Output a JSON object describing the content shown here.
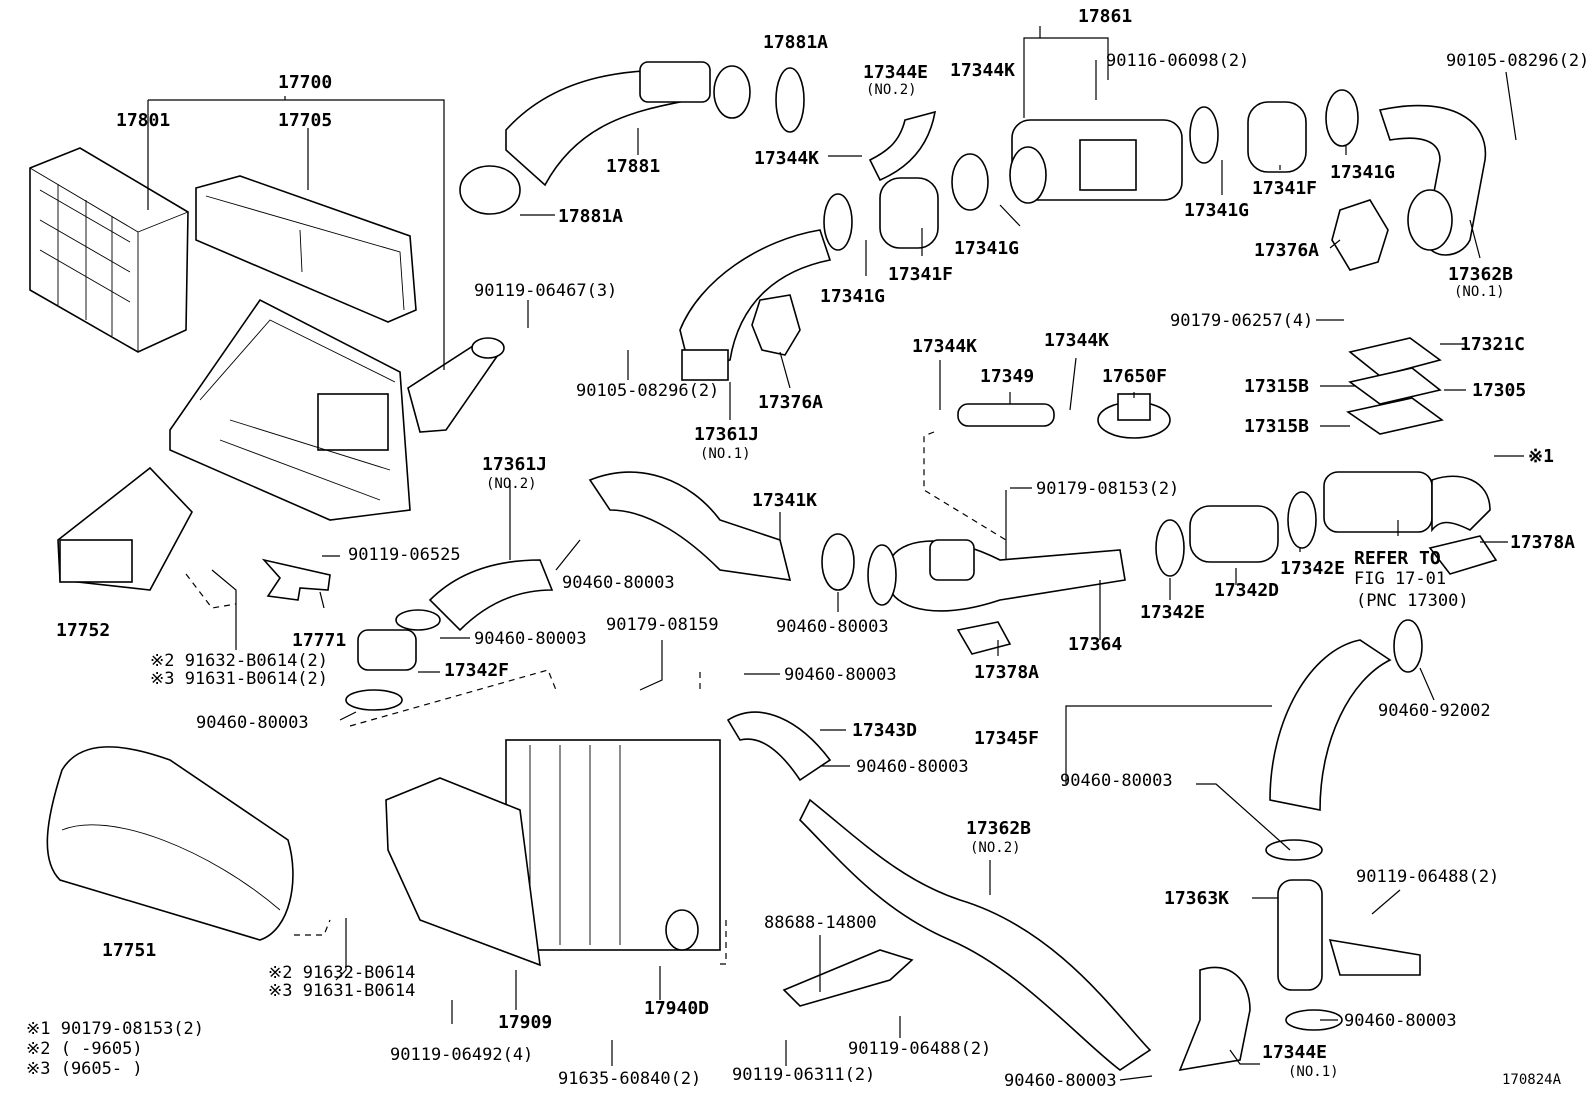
{
  "labels": {
    "p17861": "17861",
    "p17881A_top": "17881A",
    "p17700": "17700",
    "p17705": "17705",
    "p17801": "17801",
    "p17344E_top": "17344E",
    "p17344E_top_sub": "(NO.2)",
    "p17344K_top": "17344K",
    "p90116": "90116-06098(2)",
    "p90105_top": "90105-08296(2)",
    "p17881": "17881",
    "p17881A_low": "17881A",
    "p17344K_mid": "17344K",
    "p17341G_a": "17341G",
    "p17341F_top": "17341F",
    "p17341G_b": "17341G",
    "p17341G_c": "17341G",
    "p17341F_low": "17341F",
    "p17341G_d": "17341G",
    "p17376A_r": "17376A",
    "p17362B_top": "17362B",
    "p17362B_top_sub": "(NO.1)",
    "p90119_06467": "90119-06467(3)",
    "p90105_mid": "90105-08296(2)",
    "p17361J_top": "17361J",
    "p17361J_top_sub": "(NO.1)",
    "p17376A_m": "17376A",
    "p90179_06257": "90179-06257(4)",
    "p17321C": "17321C",
    "p17315B_a": "17315B",
    "p17305": "17305",
    "p17315B_b": "17315B",
    "p17344K_l": "17344K",
    "p17344K_r": "17344K",
    "p17349": "17349",
    "p17650F": "17650F",
    "ref1": "※1",
    "p17361J_low": "17361J",
    "p17361J_low_sub": "(NO.2)",
    "p17341K": "17341K",
    "p90179_08153": "90179-08153(2)",
    "p17378A_r": "17378A",
    "refer1": "REFER TO",
    "refer2": "FIG 17-01",
    "refer3": "(PNC 17300)",
    "p17342E_r": "17342E",
    "p17342D": "17342D",
    "p17342E_l": "17342E",
    "p17364": "17364",
    "p17378A_m": "17378A",
    "p90119_06525": "90119-06525",
    "p90460_a": "90460-80003",
    "p90460_b": "90460-80003",
    "p90460_c": "90460-80003",
    "p17752": "17752",
    "p17771": "17771",
    "p91632_a": "※2 91632-B0614(2)",
    "p91631_a": "※3 91631-B0614(2)",
    "p17342F": "17342F",
    "p90460_d": "90460-80003",
    "p90179_08159": "90179-08159",
    "p90460_e": "90460-80003",
    "p17343D": "17343D",
    "p90460_f": "90460-80003",
    "p17345F": "17345F",
    "p90460_92002": "90460-92002",
    "p90460_g": "90460-80003",
    "p17362B_low": "17362B",
    "p17362B_low_sub": "(NO.2)",
    "p17363K": "17363K",
    "p90119_06488_r": "90119-06488(2)",
    "p88688": "88688-14800",
    "p17751": "17751",
    "p91632_b": "※2 91632-B0614",
    "p91631_b": "※3 91631-B0614",
    "p90460_h": "90460-80003",
    "p17909": "17909",
    "p17940D": "17940D",
    "p90119_06488_m": "90119-06488(2)",
    "p17344E_low": "17344E",
    "p17344E_low_sub": "(NO.1)",
    "p90119_06492": "90119-06492(4)",
    "p91635": "91635-60840(2)",
    "p90119_06311": "90119-06311(2)",
    "p90460_i": "90460-80003",
    "fig_id": "170824A"
  },
  "legend": {
    "n1": "※1  90179-08153(2)",
    "n2": "※2 (      -9605)",
    "n3": "※3 (9605-      )"
  }
}
